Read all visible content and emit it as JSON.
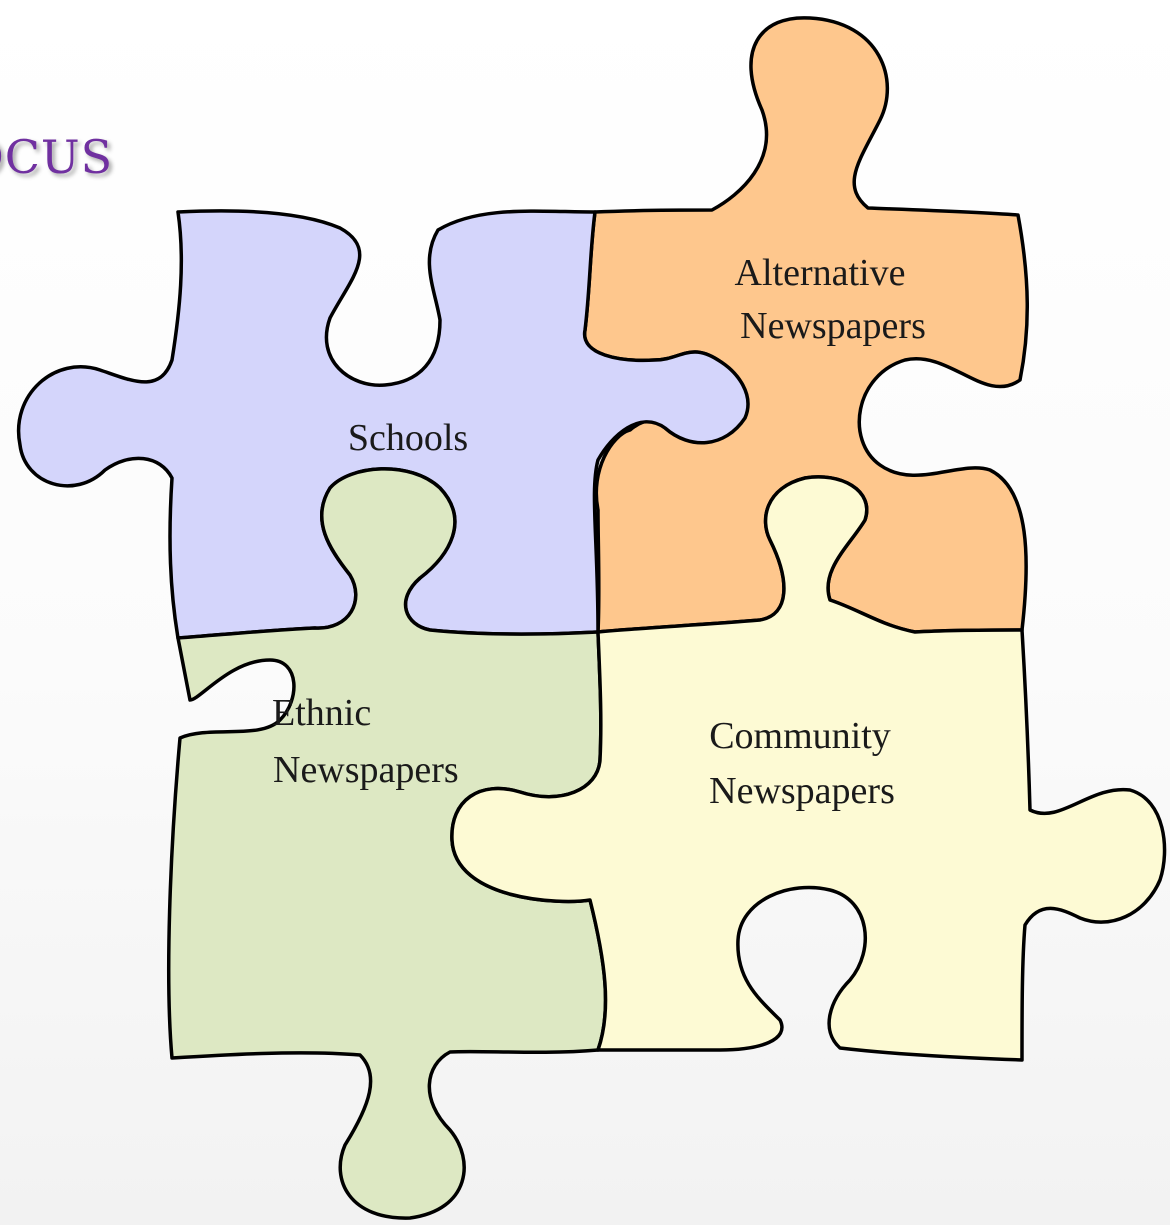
{
  "title": "ocus",
  "pieces": {
    "schools": {
      "label": "Schools",
      "color": "#d4d5fb"
    },
    "alternative": {
      "line1": "Alternative",
      "line2": "Newspapers",
      "color": "#fec78d"
    },
    "ethnic": {
      "line1": "Ethnic",
      "line2": "Newspapers",
      "color": "#dde8c3"
    },
    "community": {
      "line1": "Community",
      "line2": "Newspapers",
      "color": "#fdfad4"
    }
  }
}
